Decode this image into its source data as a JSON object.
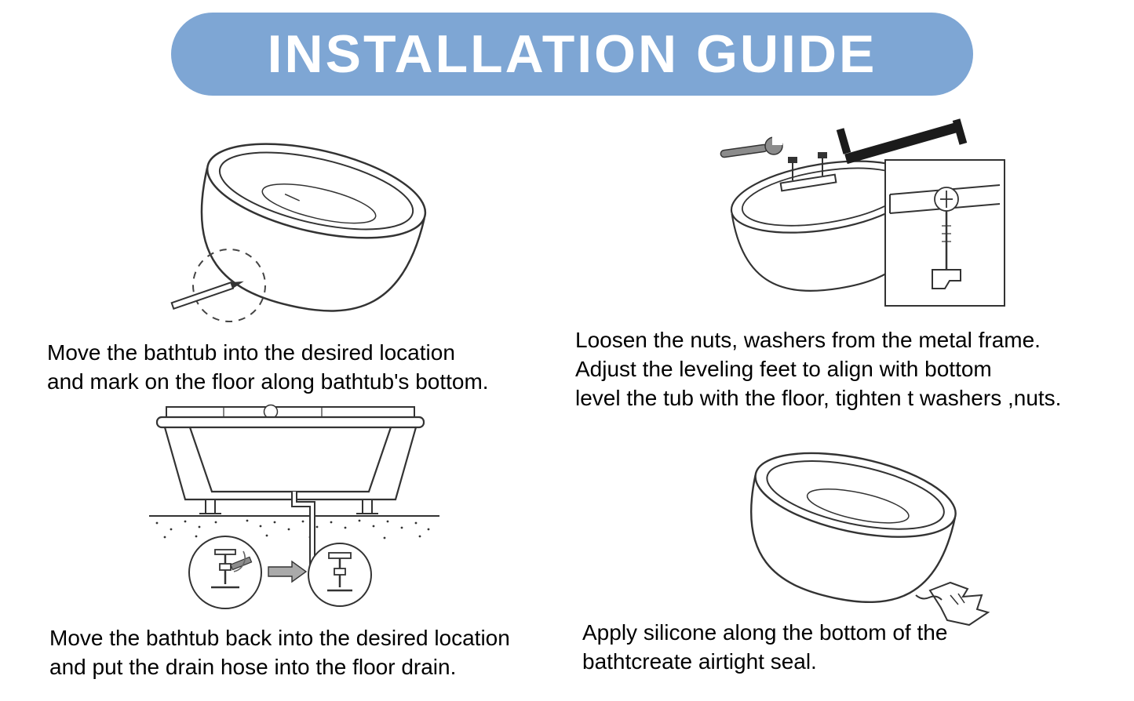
{
  "banner": {
    "title": "INSTALLATION GUIDE",
    "bg_color": "#7ea6d4",
    "text_color": "#ffffff"
  },
  "steps": [
    {
      "id": "step-1",
      "illustration": "bathtub-mark-floor",
      "caption": "Move the bathtub into the desired location\nand mark on the floor along bathtub's bottom."
    },
    {
      "id": "step-2",
      "illustration": "bathtub-frame-leveling",
      "caption": "Loosen the nuts, washers from the metal frame.\nAdjust the leveling feet to align with bottom\nlevel the tub with the floor, tighten t washers ,nuts."
    },
    {
      "id": "step-3",
      "illustration": "bathtub-drain-hose",
      "caption": "Move the bathtub back into the desired location\nand put the drain hose into the floor drain."
    },
    {
      "id": "step-4",
      "illustration": "bathtub-silicone-seal",
      "caption": "Apply silicone along the bottom of the\nbathtcreate airtight seal."
    }
  ],
  "illustration_colors": {
    "line": "#333333",
    "metal_dark": "#1b1b1b",
    "tool_gray": "#8c8c8c"
  }
}
